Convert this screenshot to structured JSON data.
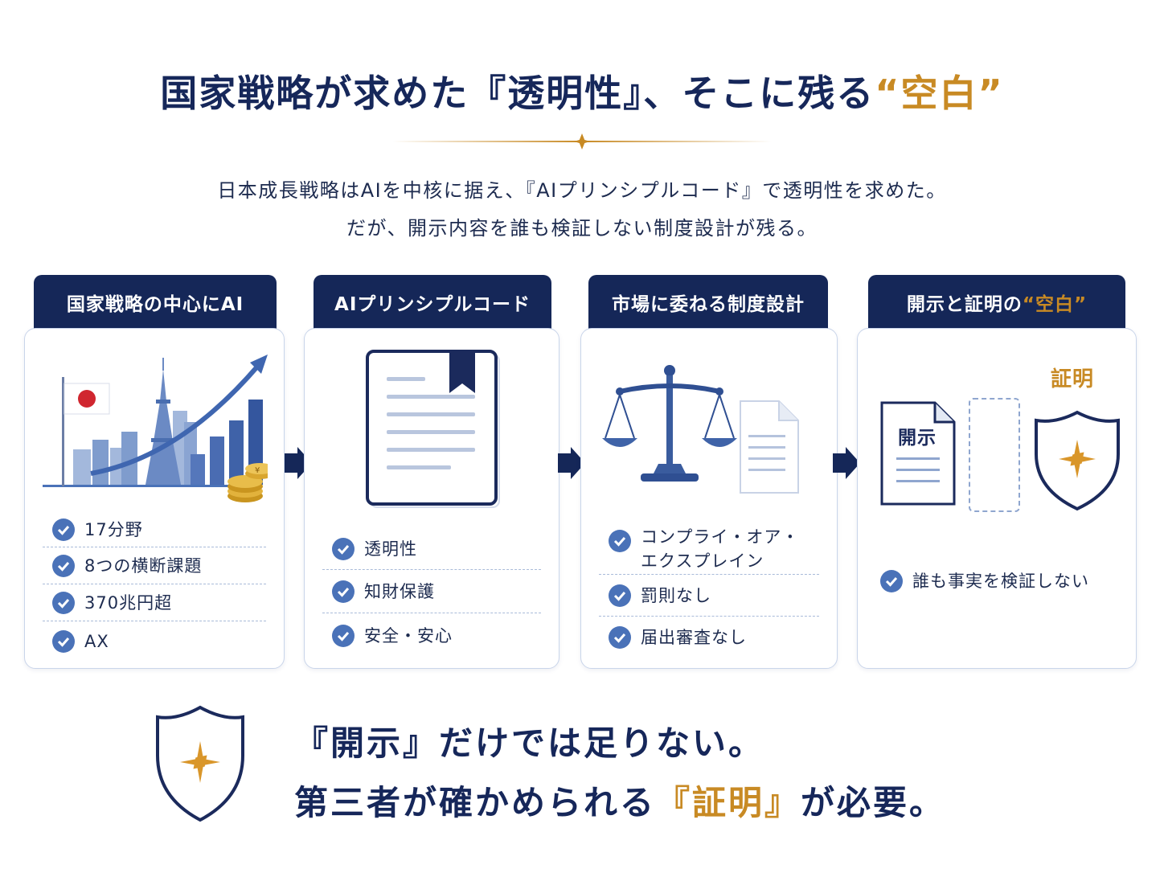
{
  "header": {
    "title_main": "国家戦略が求めた『透明性』、そこに残る",
    "title_accent": "“空白”",
    "subtitle_line1": "日本成長戦略はAIを中核に据え、『AIプリンシプルコード』で透明性を求めた。",
    "subtitle_line2": "だが、開示内容を誰も検証しない制度設計が残る。"
  },
  "cards": [
    {
      "tab": "国家戦略の中心にAI",
      "icon": "growth-city-icon",
      "items": [
        "17分野",
        "8つの横断課題",
        "370兆円超",
        "AX"
      ]
    },
    {
      "tab": "AIプリンシプルコード",
      "icon": "document-bookmark-icon",
      "items": [
        "透明性",
        "知財保護",
        "安全・安心"
      ]
    },
    {
      "tab": "市場に委ねる制度設計",
      "icon": "scales-icon",
      "items": [
        "コンプライ・オア・\nエクスプレイン",
        "罰則なし",
        "届出審査なし"
      ]
    },
    {
      "tab_main": "開示と証明の",
      "tab_accent": "“空白”",
      "icon": "shield-star-icon",
      "disclosure_label": "開示",
      "proof_label": "証明",
      "items": [
        "誰も事実を検証しない"
      ]
    }
  ],
  "conclusion": {
    "line1": "『開示』だけでは足りない。",
    "line2_before": "第三者が確かめられる",
    "line2_accent": "『証明』",
    "line2_after": "が必要。"
  },
  "colors": {
    "navy": "#16275a",
    "gold": "#c88a24",
    "accent_blue": "#4a72b8"
  }
}
